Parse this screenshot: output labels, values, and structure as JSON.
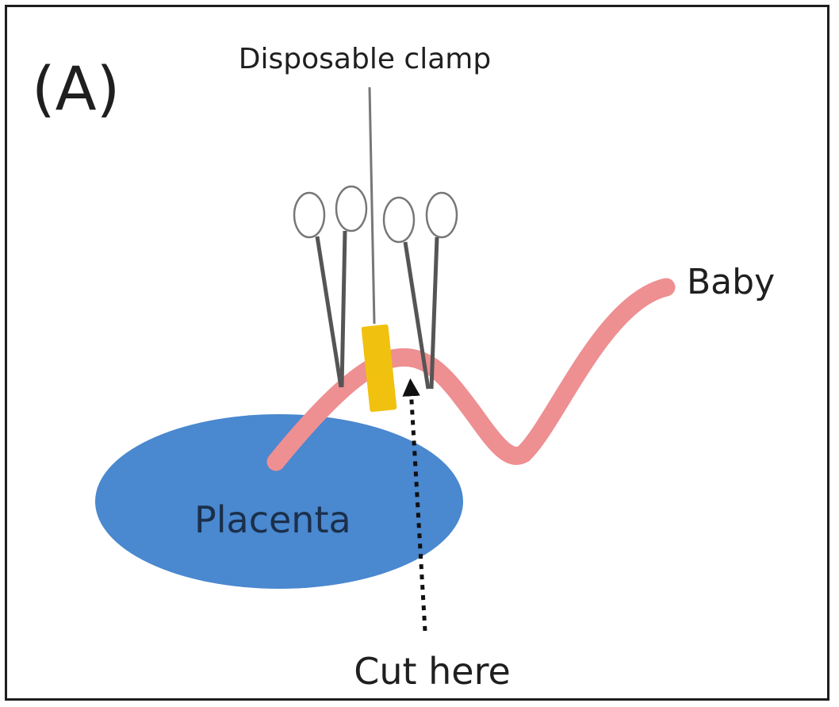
{
  "panel_label": "(A)",
  "labels": {
    "clamp": "Disposable clamp",
    "baby": "Baby",
    "placenta": "Placenta",
    "cut": "Cut here"
  },
  "colors": {
    "placenta": "#4a88cf",
    "cord": "#ee8f92",
    "clamp": "#f1c10f",
    "outline": "#1e1e1e"
  }
}
